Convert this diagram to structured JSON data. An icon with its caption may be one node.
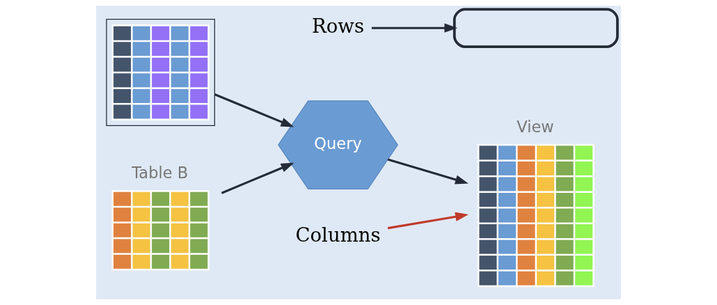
{
  "diagram": {
    "nodes": [
      {
        "text": [],
        "shape": "box"
      },
      {
        "text": [
          "Table B"
        ]
      },
      {
        "text": [
          "Query"
        ]
      },
      {
        "text": [
          "View"
        ]
      },
      {
        "text": [
          "Rows"
        ]
      },
      {
        "text": [],
        "shape": "box"
      },
      {
        "text": [
          "Columns"
        ]
      }
    ],
    "edges": [
      {
        "from": 0,
        "to": 2,
        "arrow": "to"
      },
      {
        "from": 1,
        "to": 2,
        "arrow": "to"
      },
      {
        "from": 2,
        "to": 3,
        "arrow": "to"
      },
      {
        "from": 4,
        "to": 5,
        "arrow": "to"
      },
      {
        "from": 6,
        "to": 3,
        "arrow": "to",
        "color": "#c0392b"
      }
    ]
  }
}
